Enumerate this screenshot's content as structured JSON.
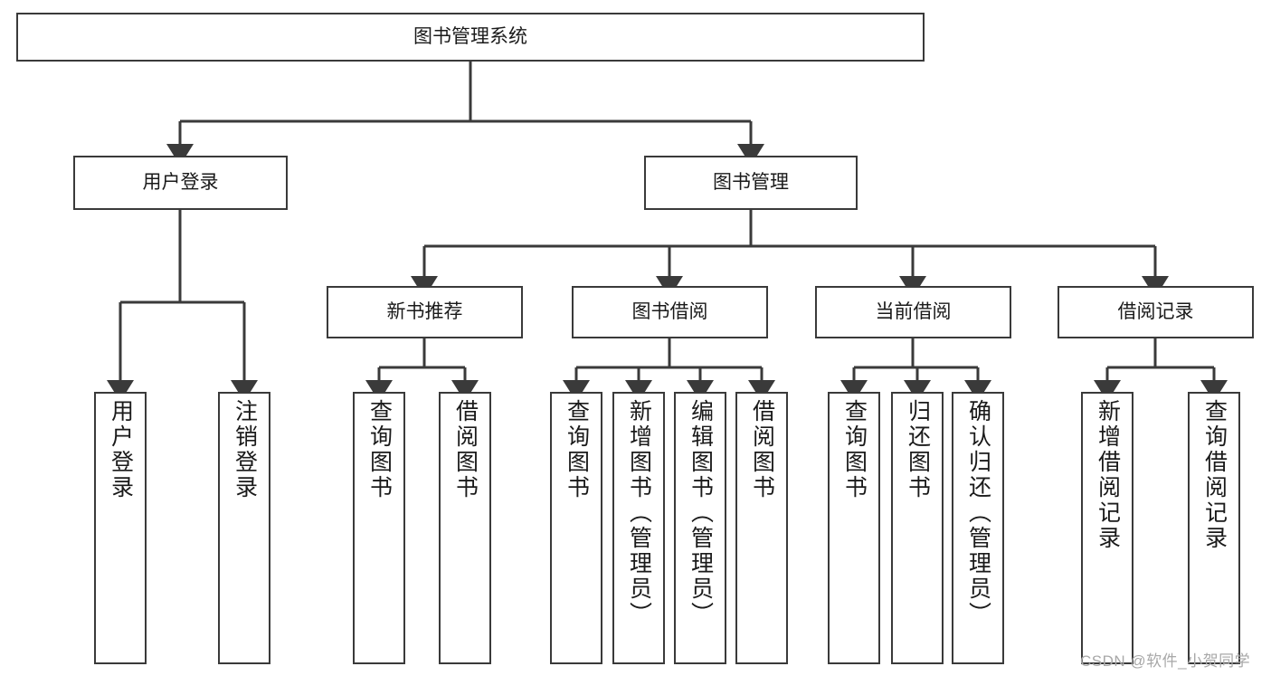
{
  "diagram": {
    "title": "图书管理系统",
    "type": "tree",
    "theme": {
      "background": "#ffffff",
      "box_border": "#3a3a3a",
      "box_fill": "#ffffff",
      "text": "#1a1a1a",
      "edge": "#3a3a3a",
      "watermark": "#a8a8a8"
    },
    "root": {
      "label": "图书管理系统"
    },
    "level1": [
      {
        "label": "用户登录"
      },
      {
        "label": "图书管理"
      }
    ],
    "level2": [
      {
        "label": "新书推荐"
      },
      {
        "label": "图书借阅"
      },
      {
        "label": "当前借阅"
      },
      {
        "label": "借阅记录"
      }
    ],
    "leaves": {
      "user_login": [
        {
          "label": "用户登录"
        },
        {
          "label": "注销登录"
        }
      ],
      "new_book_recommend": [
        {
          "label": "查询图书"
        },
        {
          "label": "借阅图书"
        }
      ],
      "book_borrow": [
        {
          "label": "查询图书"
        },
        {
          "label": "新增图书（管理员）"
        },
        {
          "label": "编辑图书（管理员）"
        },
        {
          "label": "借阅图书"
        }
      ],
      "current_borrow": [
        {
          "label": "查询图书"
        },
        {
          "label": "归还图书"
        },
        {
          "label": "确认归还（管理员）"
        }
      ],
      "borrow_record": [
        {
          "label": "新增借阅记录"
        },
        {
          "label": "查询借阅记录"
        }
      ]
    },
    "watermark": "CSDN @软件_小贺同学"
  }
}
